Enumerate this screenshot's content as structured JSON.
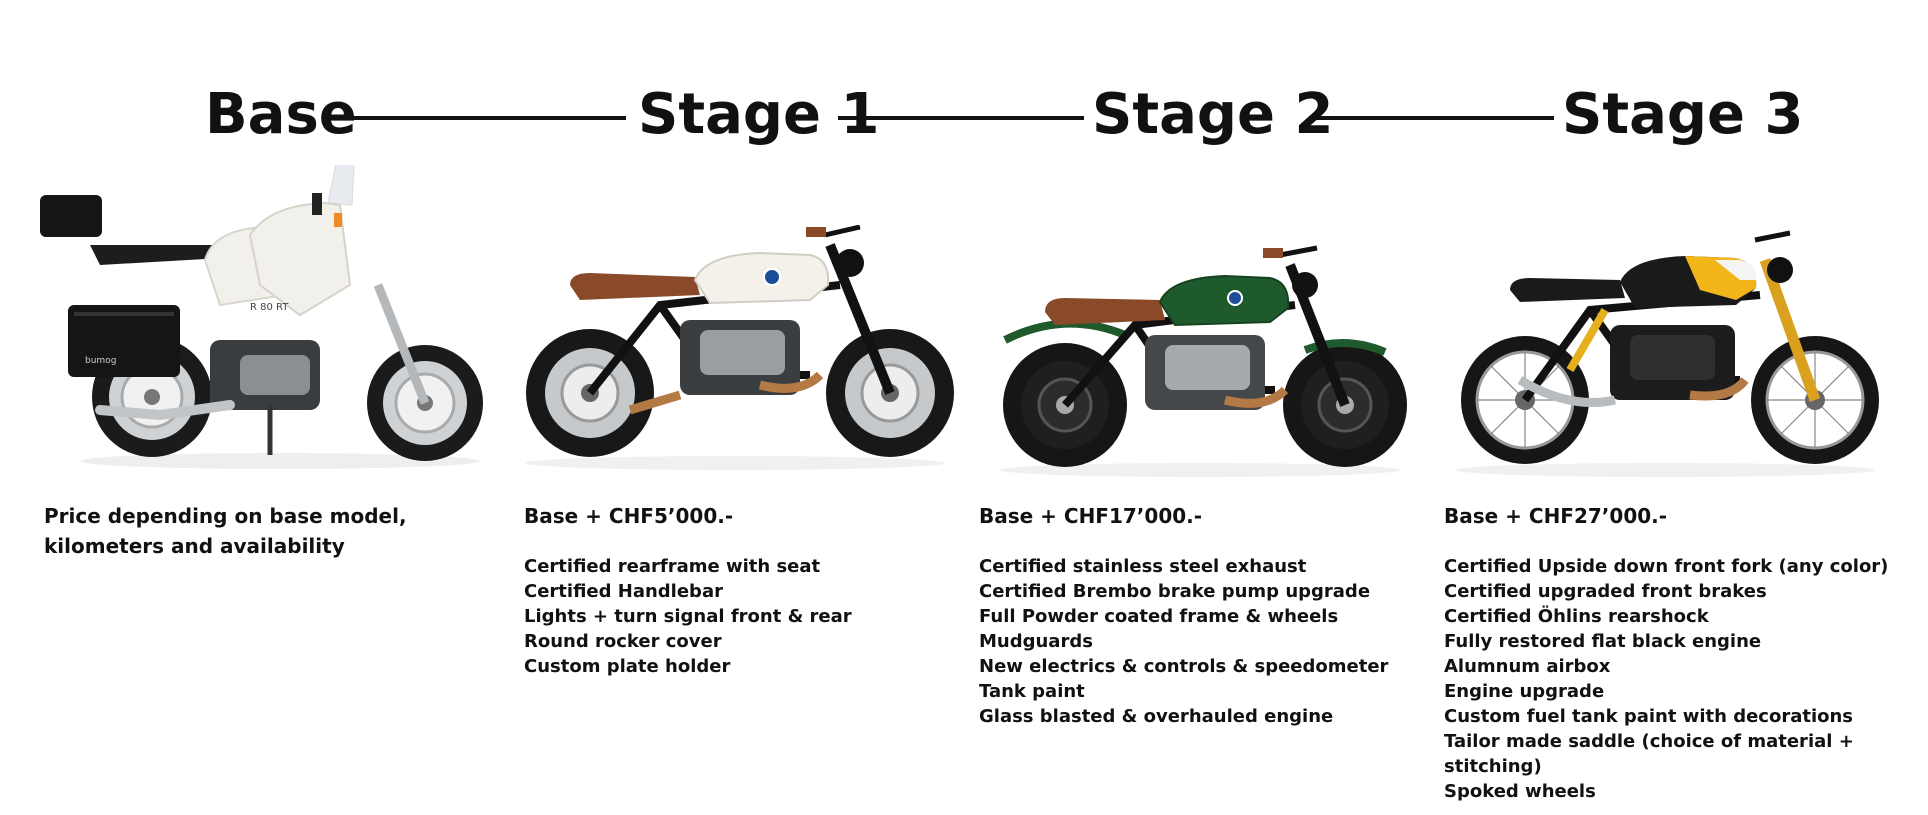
{
  "stages": [
    {
      "title": "Base",
      "price_lines": [
        "Price depending on base model,",
        "kilometers and availability"
      ],
      "features": []
    },
    {
      "title": "Stage 1",
      "price_lines": [
        "Base + CHF5’000.-"
      ],
      "features": [
        "Certified rearframe with seat",
        "Certified Handlebar",
        "Lights + turn signal front & rear",
        "Round rocker cover",
        "Custom plate holder"
      ]
    },
    {
      "title": "Stage 2",
      "price_lines": [
        "Base + CHF17’000.-"
      ],
      "features": [
        "Certified stainless steel exhaust",
        "Certified Brembo brake pump upgrade",
        "Full Powder coated frame & wheels",
        "Mudguards",
        "New electrics & controls & speedometer",
        "Tank paint",
        "Glass blasted & overhauled engine"
      ]
    },
    {
      "title": "Stage 3",
      "price_lines": [
        "Base + CHF27’000.-"
      ],
      "features": [
        "Certified Upside down front fork (any color)",
        "Certified upgraded front brakes",
        "Certified Öhlins rearshock",
        "Fully restored flat black engine",
        "Alumnum airbox",
        "Engine upgrade",
        "Custom fuel tank paint with decorations",
        "Tailor made saddle (choice of material +",
        "stitching)",
        "Spoked wheels"
      ]
    }
  ],
  "bike_labels": {
    "base_model_badge": "R 80 RT",
    "base_case_brand": "bumog"
  },
  "colors": {
    "text": "#111111",
    "base_tank": "#f2f0ea",
    "stage1_tank": "#f3f1ea",
    "stage2_tank": "#1f5a2c",
    "stage3_tank_accent": "#f2b51a",
    "saddle_brown": "#8a4a2a",
    "exhaust_copper": "#b47a45"
  }
}
